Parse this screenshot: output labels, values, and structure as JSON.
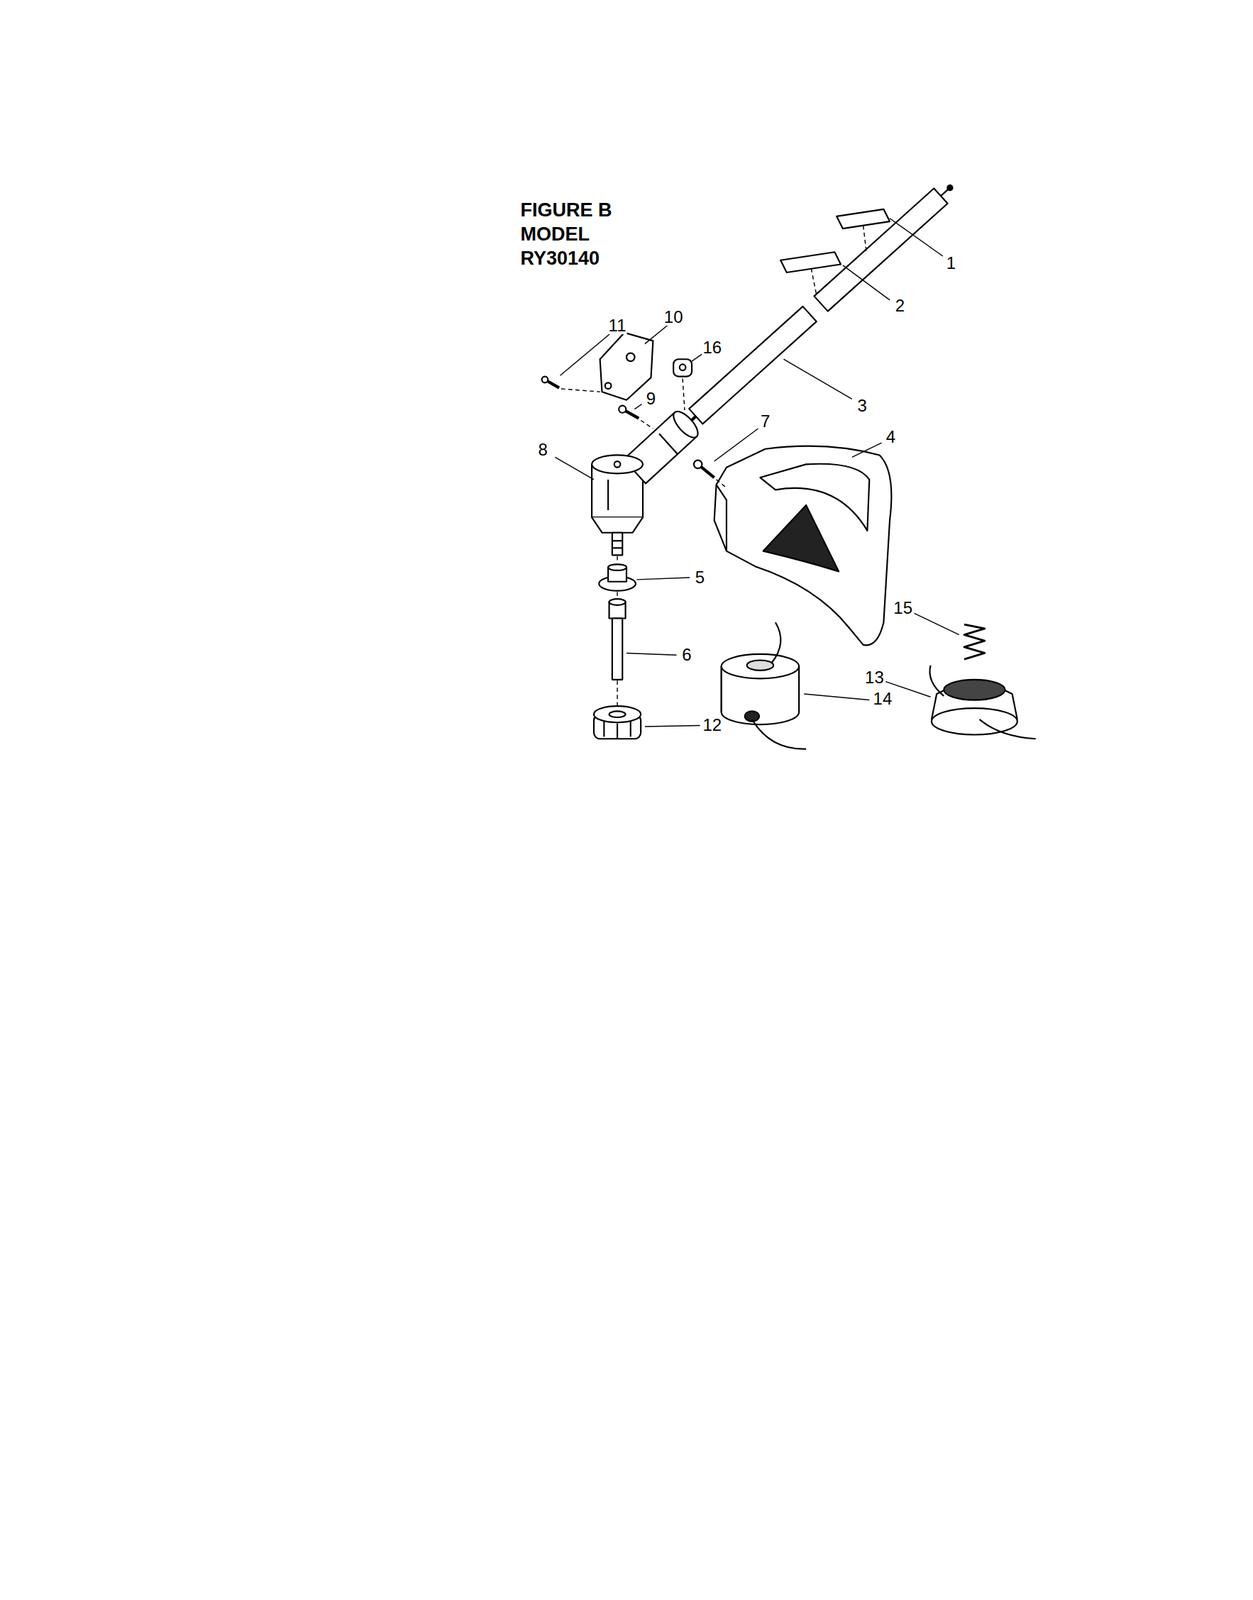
{
  "diagram": {
    "title": "FIGURE B MODEL RY30140",
    "labels": [
      "1",
      "2",
      "10",
      "11",
      "16",
      "9",
      "3",
      "7",
      "4",
      "8",
      "5",
      "15",
      "6",
      "13",
      "14",
      "12"
    ]
  }
}
